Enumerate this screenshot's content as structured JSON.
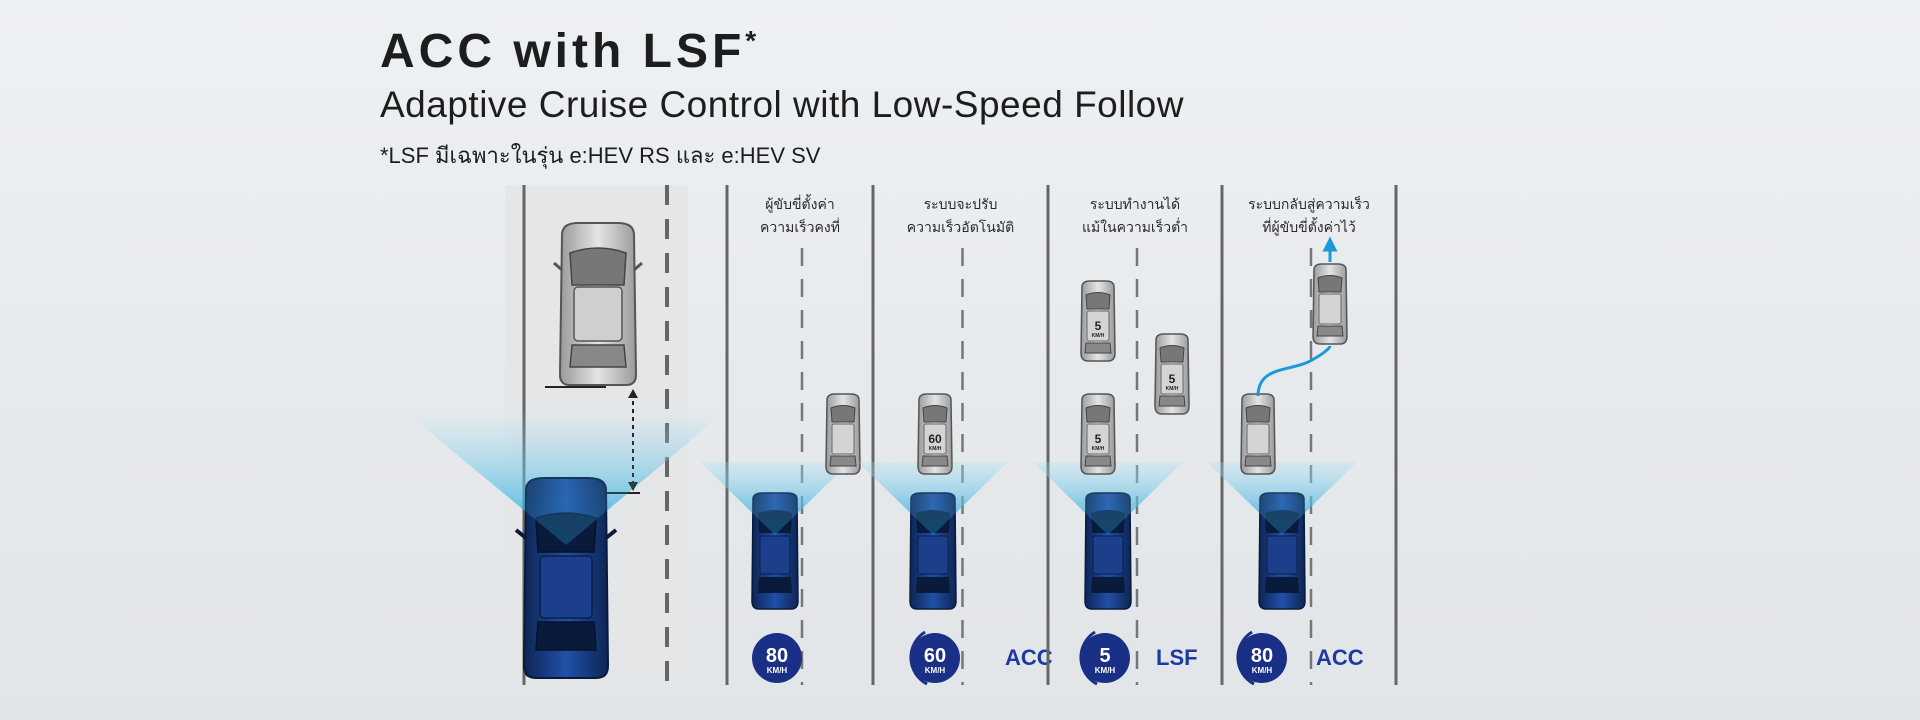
{
  "header": {
    "title": "ACC with LSF",
    "title_mark": "*",
    "subtitle": "Adaptive Cruise Control with Low-Speed Follow",
    "note": "*LSF มีเฉพาะในรุ่น e:HEV RS และ e:HEV SV"
  },
  "panels": [
    {
      "caption_1": "ผู้ขับขี่ตั้งค่า",
      "caption_2": "ความเร็วคงที่",
      "speed": "80",
      "unit": "KM/H",
      "mode": ""
    },
    {
      "caption_1": "ระบบจะปรับ",
      "caption_2": "ความเร็วอัตโนมัติ",
      "speed": "60",
      "unit": "KM/H",
      "mode": "ACC",
      "lead_speed": "60",
      "lead_unit": "KM/H"
    },
    {
      "caption_1": "ระบบทำงานได้",
      "caption_2": "แม้ในความเร็วต่ำ",
      "speed": "5",
      "unit": "KM/H",
      "mode": "LSF",
      "lead_speed": "5",
      "lead_unit": "KM/H"
    },
    {
      "caption_1": "ระบบกลับสู่ความเร็ว",
      "caption_2": "ที่ผู้ขับขี่ตั้งค่าไว้",
      "speed": "80",
      "unit": "KM/H",
      "mode": "ACC"
    }
  ],
  "colors": {
    "accent_blue": "#1c3aa0",
    "beam_blue": "#2aa6d6",
    "arrow_blue": "#1a9ad6",
    "badge_navy": "#1a2f86",
    "car_blue": "#173f8a"
  }
}
